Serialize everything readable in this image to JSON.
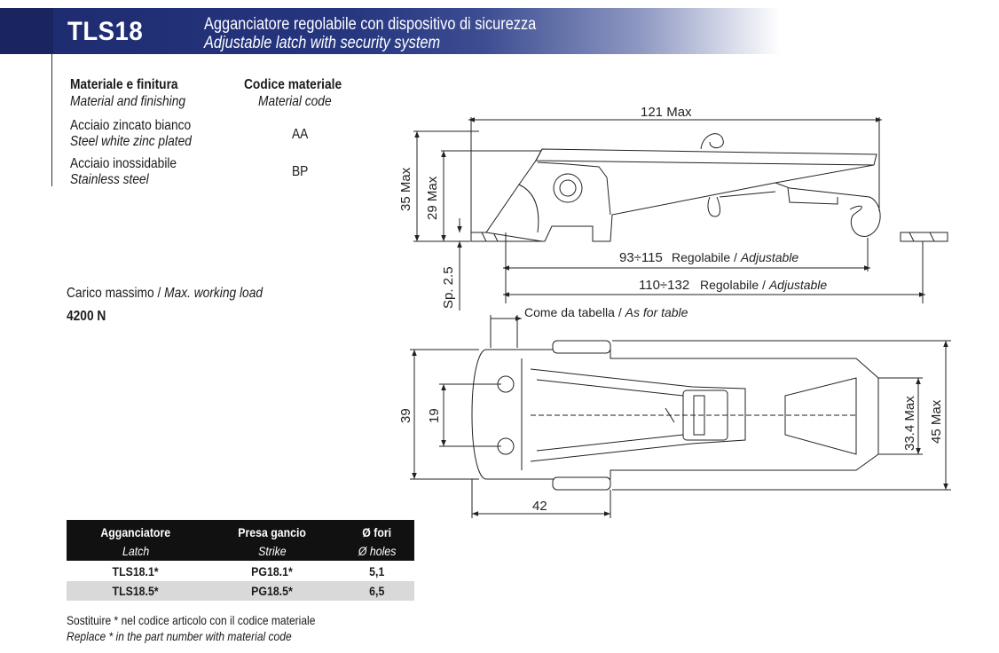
{
  "header": {
    "code": "TLS18",
    "title_it": "Agganciatore regolabile con dispositivo di sicurezza",
    "title_en": "Adjustable latch with security system"
  },
  "materials": {
    "col1_title": "Materiale e finitura",
    "col1_sub": "Material and finishing",
    "col2_title": "Codice materiale",
    "col2_sub": "Material code",
    "rows": [
      {
        "name_it": "Acciaio zincato bianco",
        "name_en": "Steel white zinc plated",
        "code": "AA"
      },
      {
        "name_it": "Acciaio inossidabile",
        "name_en": "Stainless steel",
        "code": "BP"
      }
    ]
  },
  "load": {
    "label_it": "Carico massimo / ",
    "label_en": "Max. working load",
    "value": "4200 N"
  },
  "drawing": {
    "dim_121": "121 Max",
    "dim_35": "35 Max",
    "dim_29": "29 Max",
    "dim_sp": "Sp. 2.5",
    "dim_93": "93÷115",
    "dim_110": "110÷132",
    "reg_it": "Regolabile / ",
    "reg_en": "Adjustable",
    "table_it": "Come da tabella / ",
    "table_en": "As for table",
    "dim_39": "39",
    "dim_19": "19",
    "dim_42": "42",
    "dim_334": "33.4 Max",
    "dim_45": "45 Max"
  },
  "table": {
    "headers": [
      {
        "it": "Agganciatore",
        "en": "Latch"
      },
      {
        "it": "Presa gancio",
        "en": "Strike"
      },
      {
        "it": "Ø fori",
        "en": "Ø holes"
      }
    ],
    "rows": [
      [
        "TLS18.1*",
        "PG18.1*",
        "5,1"
      ],
      [
        "TLS18.5*",
        "PG18.5*",
        "6,5"
      ]
    ]
  },
  "footnote": {
    "it": "Sostituire * nel codice articolo con il codice materiale",
    "en": "Replace * in the part number with material code"
  }
}
